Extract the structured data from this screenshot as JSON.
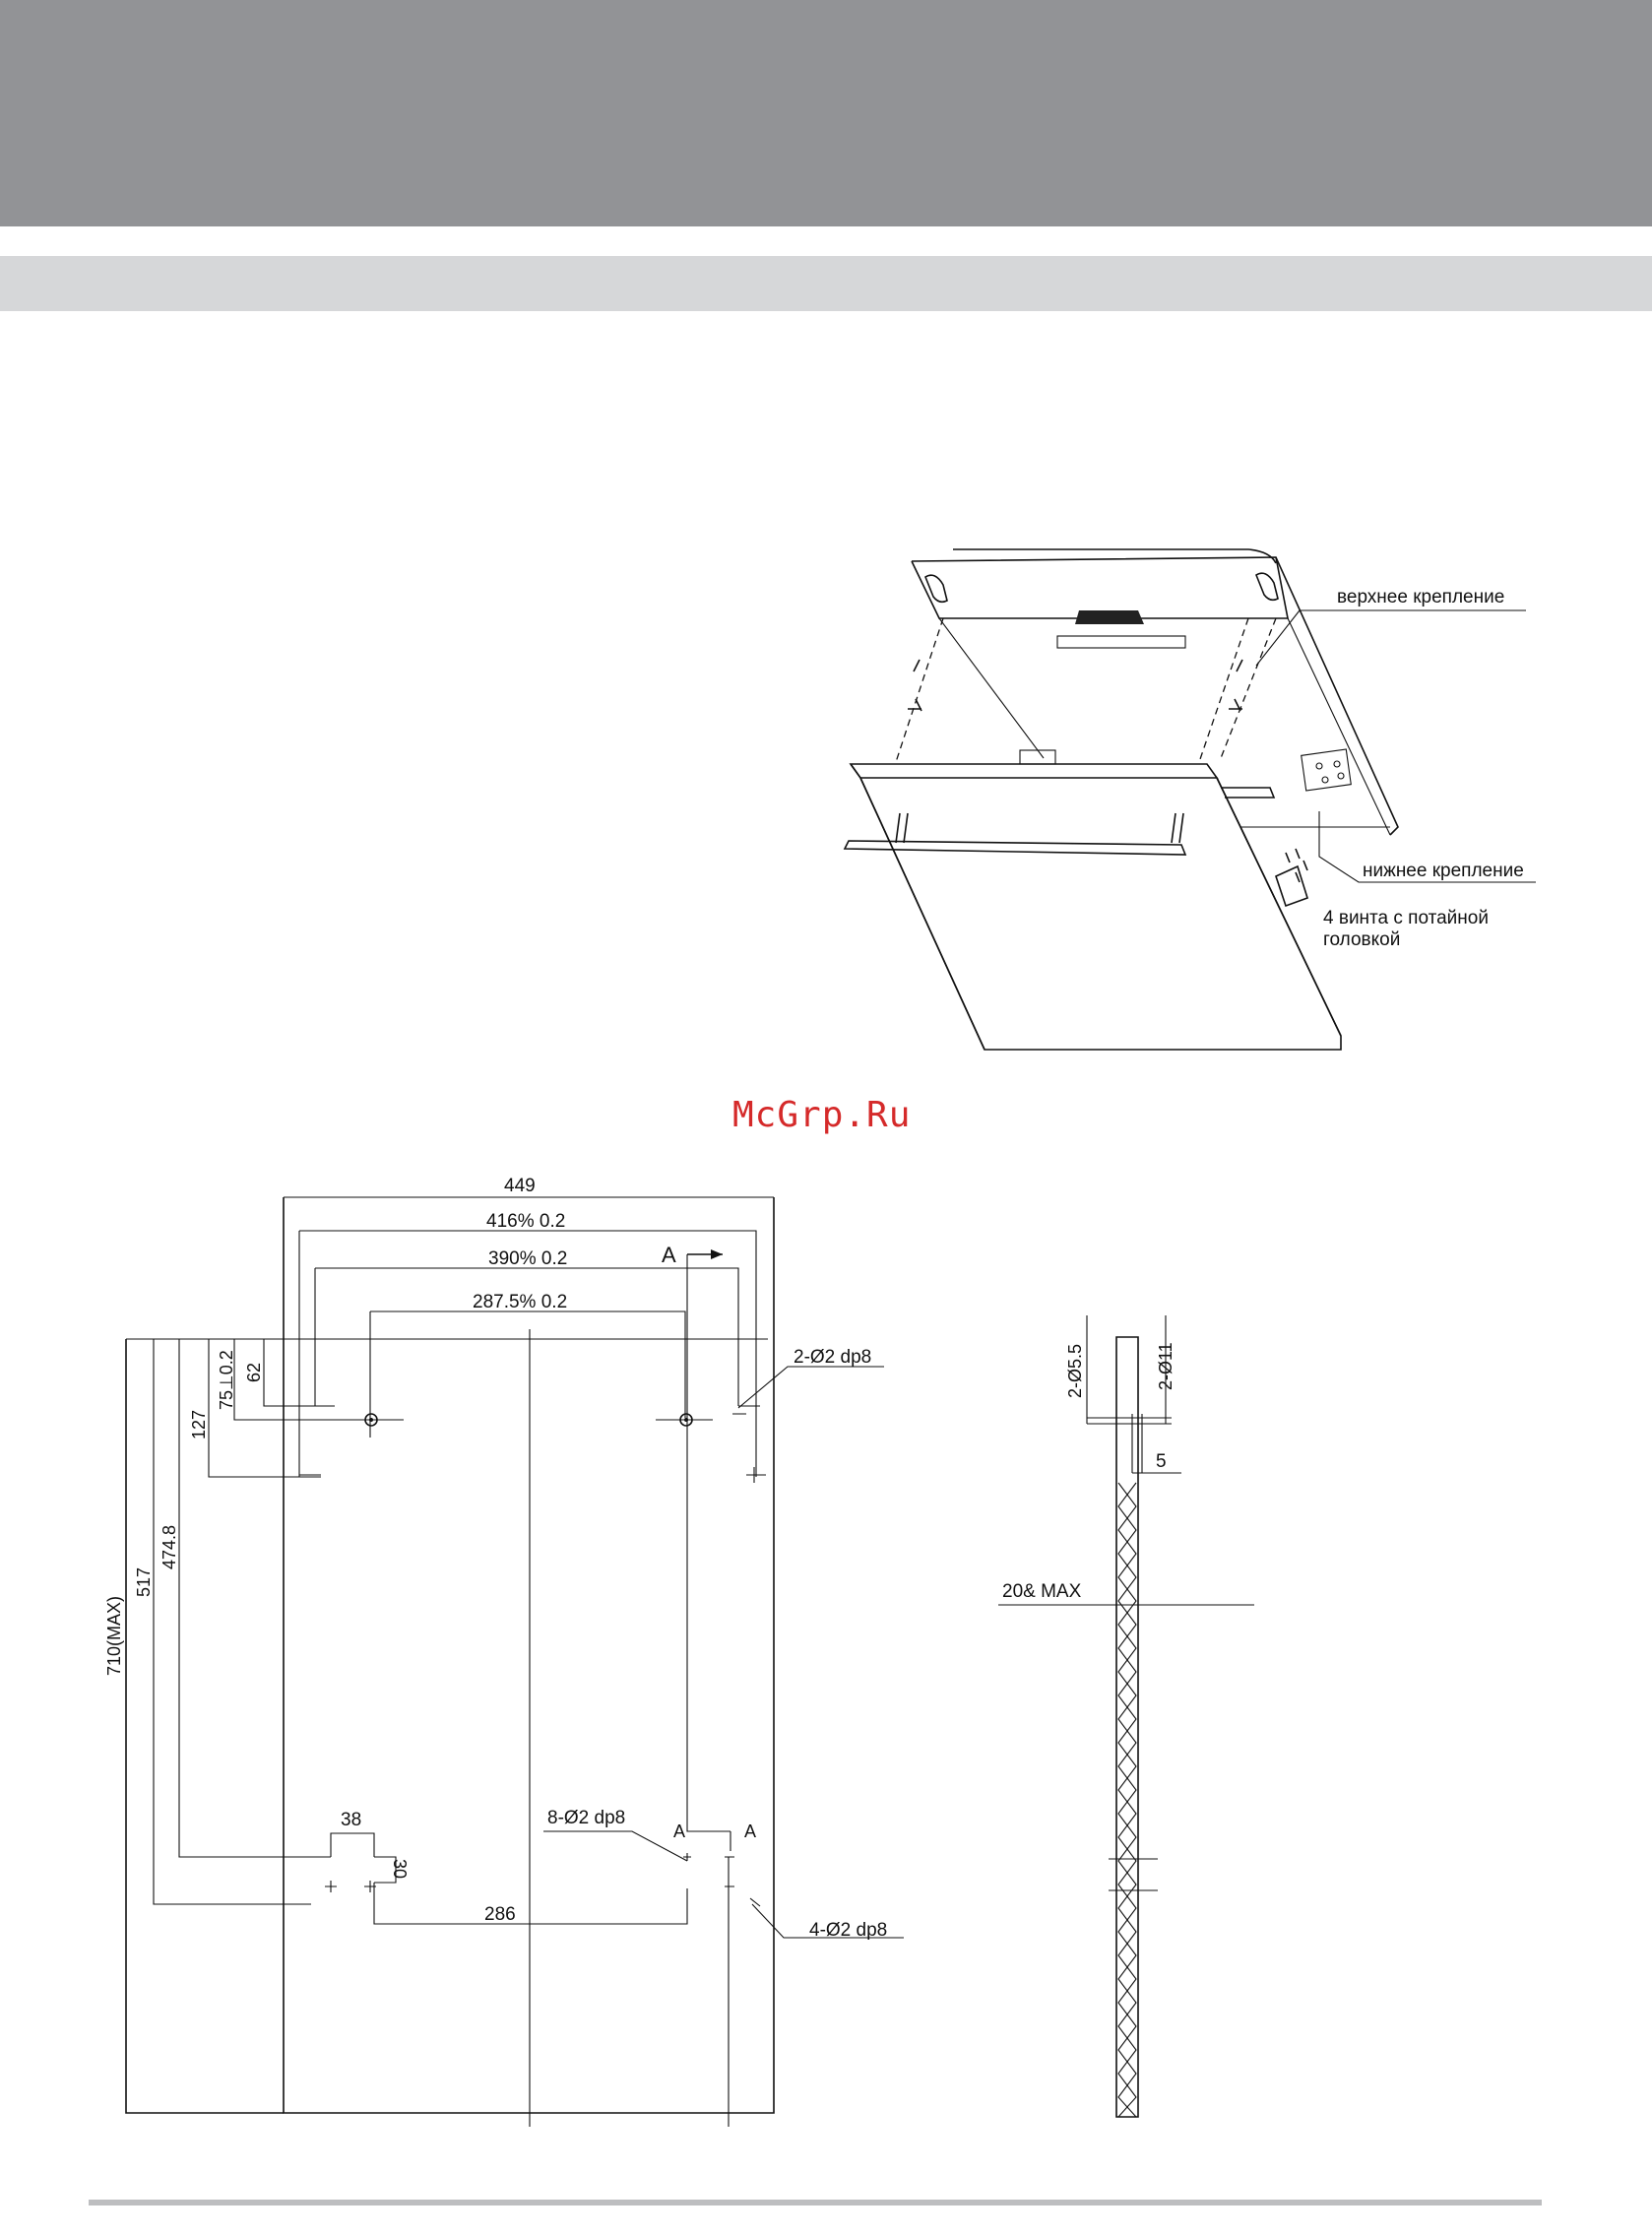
{
  "header": {
    "band_color": "#929396",
    "subband_color": "#d6d7d9"
  },
  "watermark": "McGrp.Ru",
  "iso_view": {
    "label_upper_mount": "верхнее крепление",
    "label_lower_mount": "нижнее крепление",
    "label_screws_line1": "4 винта с потайной",
    "label_screws_line2": "головкой"
  },
  "front_view": {
    "dim_width": "449",
    "dim_416": "416% 0.2",
    "dim_390": "390% 0.2",
    "dim_287": "287.5% 0.2",
    "section_a": "A",
    "hole_2_d2": "2-Ø2 dp8",
    "dim_62": "62",
    "dim_75": "75⊥0.2",
    "dim_127": "127",
    "dim_474": "474.8",
    "dim_517": "517",
    "dim_710": "710(MAX)",
    "dim_38": "38",
    "dim_30": "30",
    "hole_8_d2": "8-Ø2 dp8",
    "section_a_left": "A",
    "section_a_right": "A",
    "dim_286": "286",
    "hole_4_d2": "4-Ø2 dp8"
  },
  "section_view": {
    "hole_d55": "2-Ø5.5",
    "hole_d11": "2-Ø11",
    "dim_5": "5",
    "thickness": "20& MAX"
  }
}
